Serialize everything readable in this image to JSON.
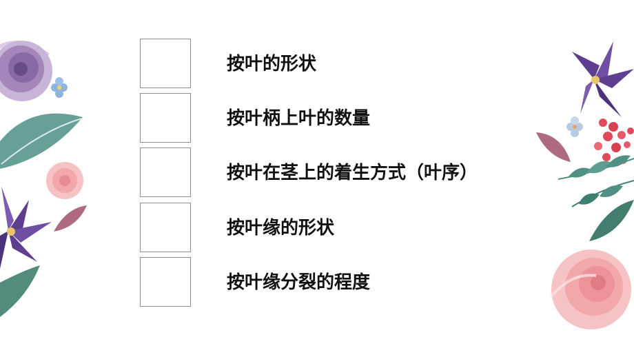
{
  "options": [
    {
      "label": "按叶的形状"
    },
    {
      "label": "按叶柄上叶的数量"
    },
    {
      "label": "按叶在茎上的着生方式（叶序）"
    },
    {
      "label": "按叶缘的形状"
    },
    {
      "label": "按叶缘分裂的程度"
    }
  ],
  "colors": {
    "purple_flower": "#9b7bb3",
    "violet_lily": "#5e3f8f",
    "teal_leaf": "#4f8f84",
    "pink_rose": "#f2a7ab",
    "red_berries": "#e04a5c",
    "blue_blossom": "#8fb3dd",
    "mauve_leaf": "#a0506a"
  }
}
